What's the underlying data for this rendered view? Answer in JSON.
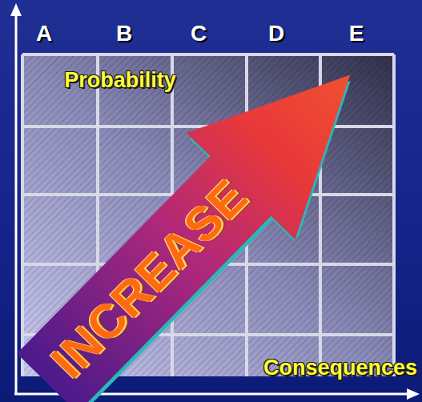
{
  "diagram": {
    "nodes": [
      {
        "text": [
          "INCREASE"
        ]
      }
    ],
    "labels": [
      "A",
      "B",
      "C",
      "D",
      "E",
      "Probability",
      "Consequences"
    ]
  }
}
